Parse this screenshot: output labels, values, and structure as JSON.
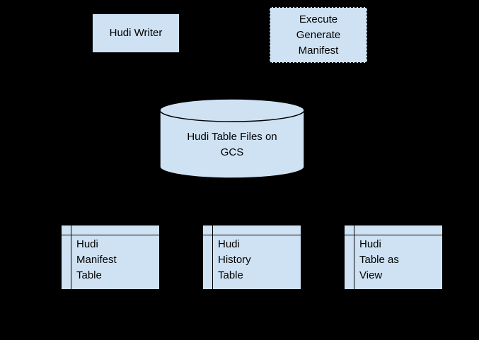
{
  "diagram": {
    "background": "#000000",
    "node_fill": "#cfe2f3",
    "node_stroke": "#000000",
    "text_color": "#000000",
    "nodes": {
      "hudi_writer": {
        "label": "Hudi Writer",
        "shape": "rectangle"
      },
      "execute_generate_manifest": {
        "label": "Execute\nGenerate\nManifest",
        "shape": "rectangle-dashed"
      },
      "hudi_table_files_on_gcs": {
        "label": "Hudi Table Files on\nGCS",
        "shape": "cylinder"
      },
      "hudi_manifest_table": {
        "label": "Hudi\nManifest\nTable",
        "shape": "table"
      },
      "hudi_history_table": {
        "label": "Hudi\nHistory\nTable",
        "shape": "table"
      },
      "hudi_table_as_view": {
        "label": "Hudi\nTable as\nView",
        "shape": "table"
      }
    }
  }
}
